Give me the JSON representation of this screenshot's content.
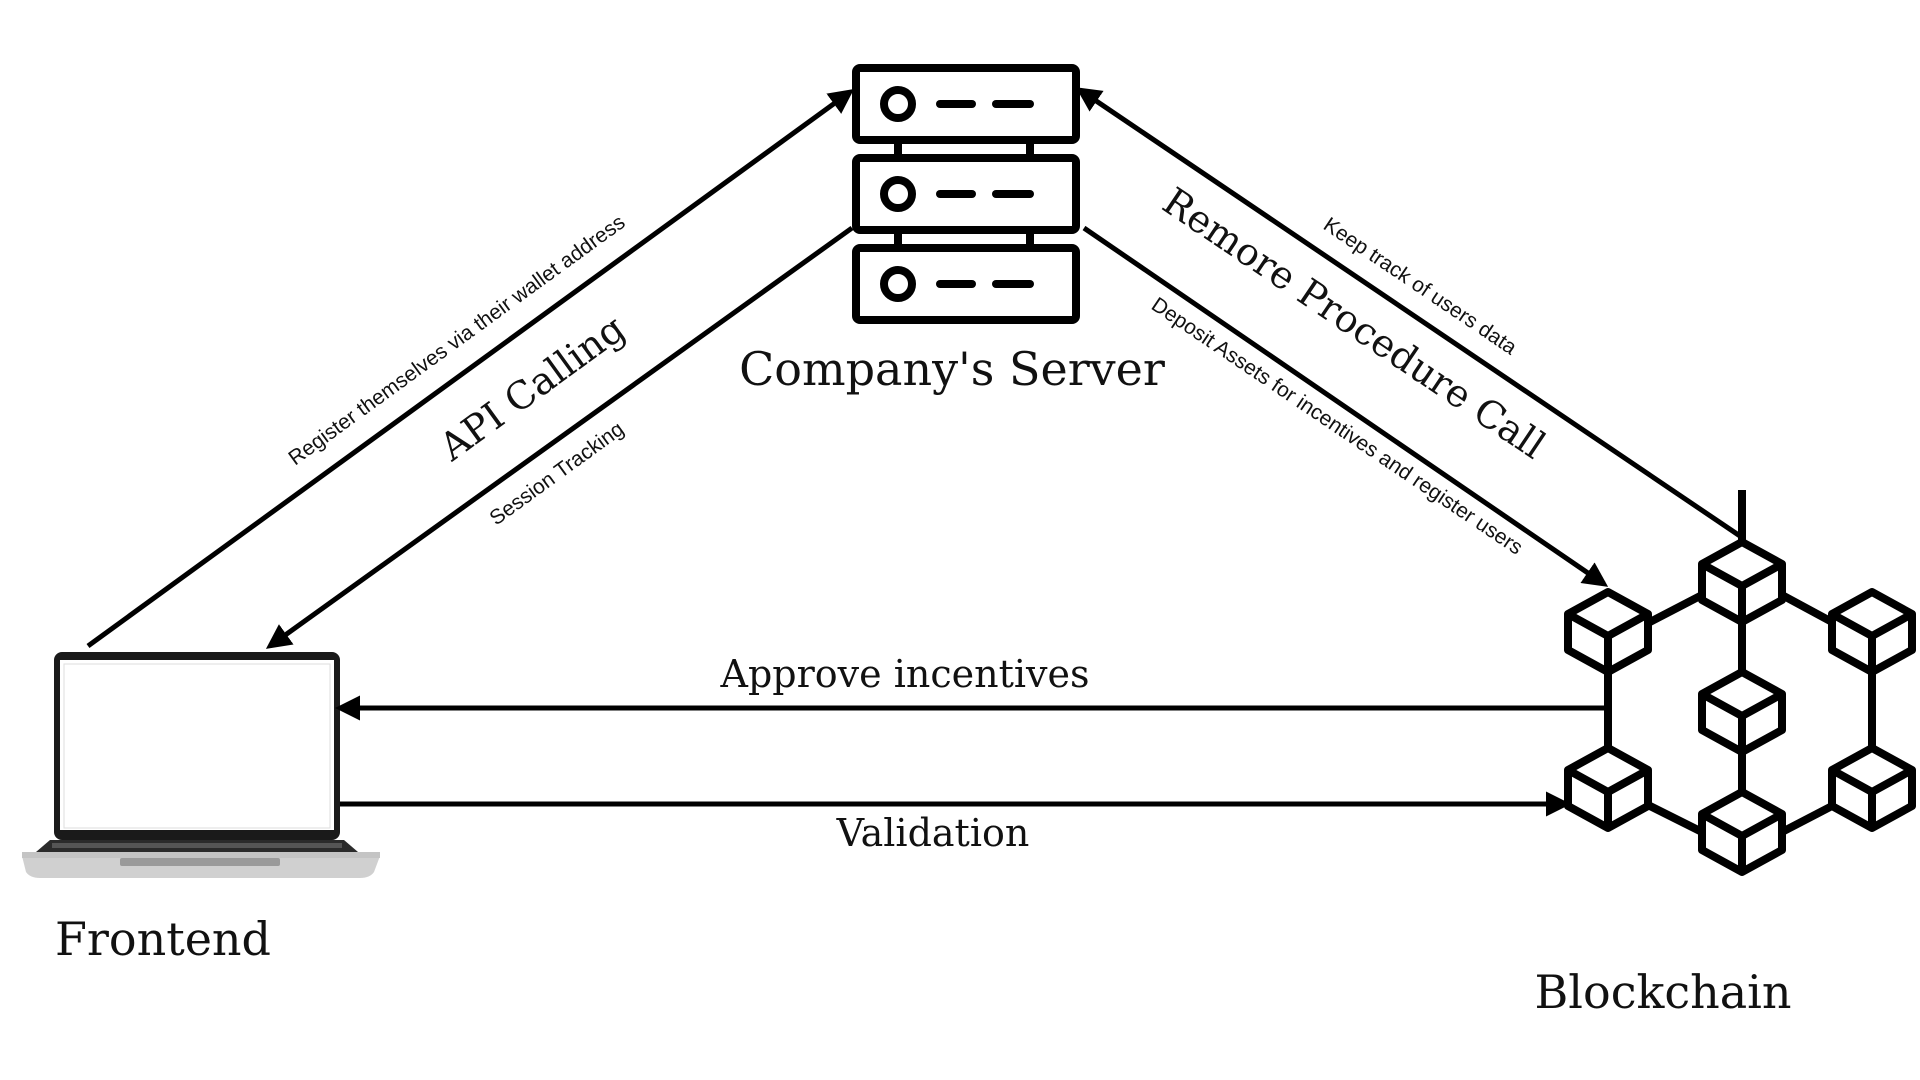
{
  "nodes": {
    "server": {
      "label": "Company's Server",
      "icon": "server-rack-icon"
    },
    "frontend": {
      "label": "Frontend",
      "icon": "laptop-icon"
    },
    "blockchain": {
      "label": "Blockchain",
      "icon": "blockchain-network-icon"
    }
  },
  "edges": {
    "api_calling": {
      "title": "API Calling"
    },
    "register": {
      "label": "Register themselves via their wallet address"
    },
    "session": {
      "label": "Session Tracking"
    },
    "rpc": {
      "title": "Remore Procedure Call"
    },
    "keep_track": {
      "label": "Keep track of users data"
    },
    "deposit": {
      "label": "Deposit Assets for incentives and register users"
    },
    "approve": {
      "label": "Approve incentives"
    },
    "validation": {
      "label": "Validation"
    }
  },
  "colors": {
    "stroke": "#000000",
    "background": "#ffffff"
  }
}
